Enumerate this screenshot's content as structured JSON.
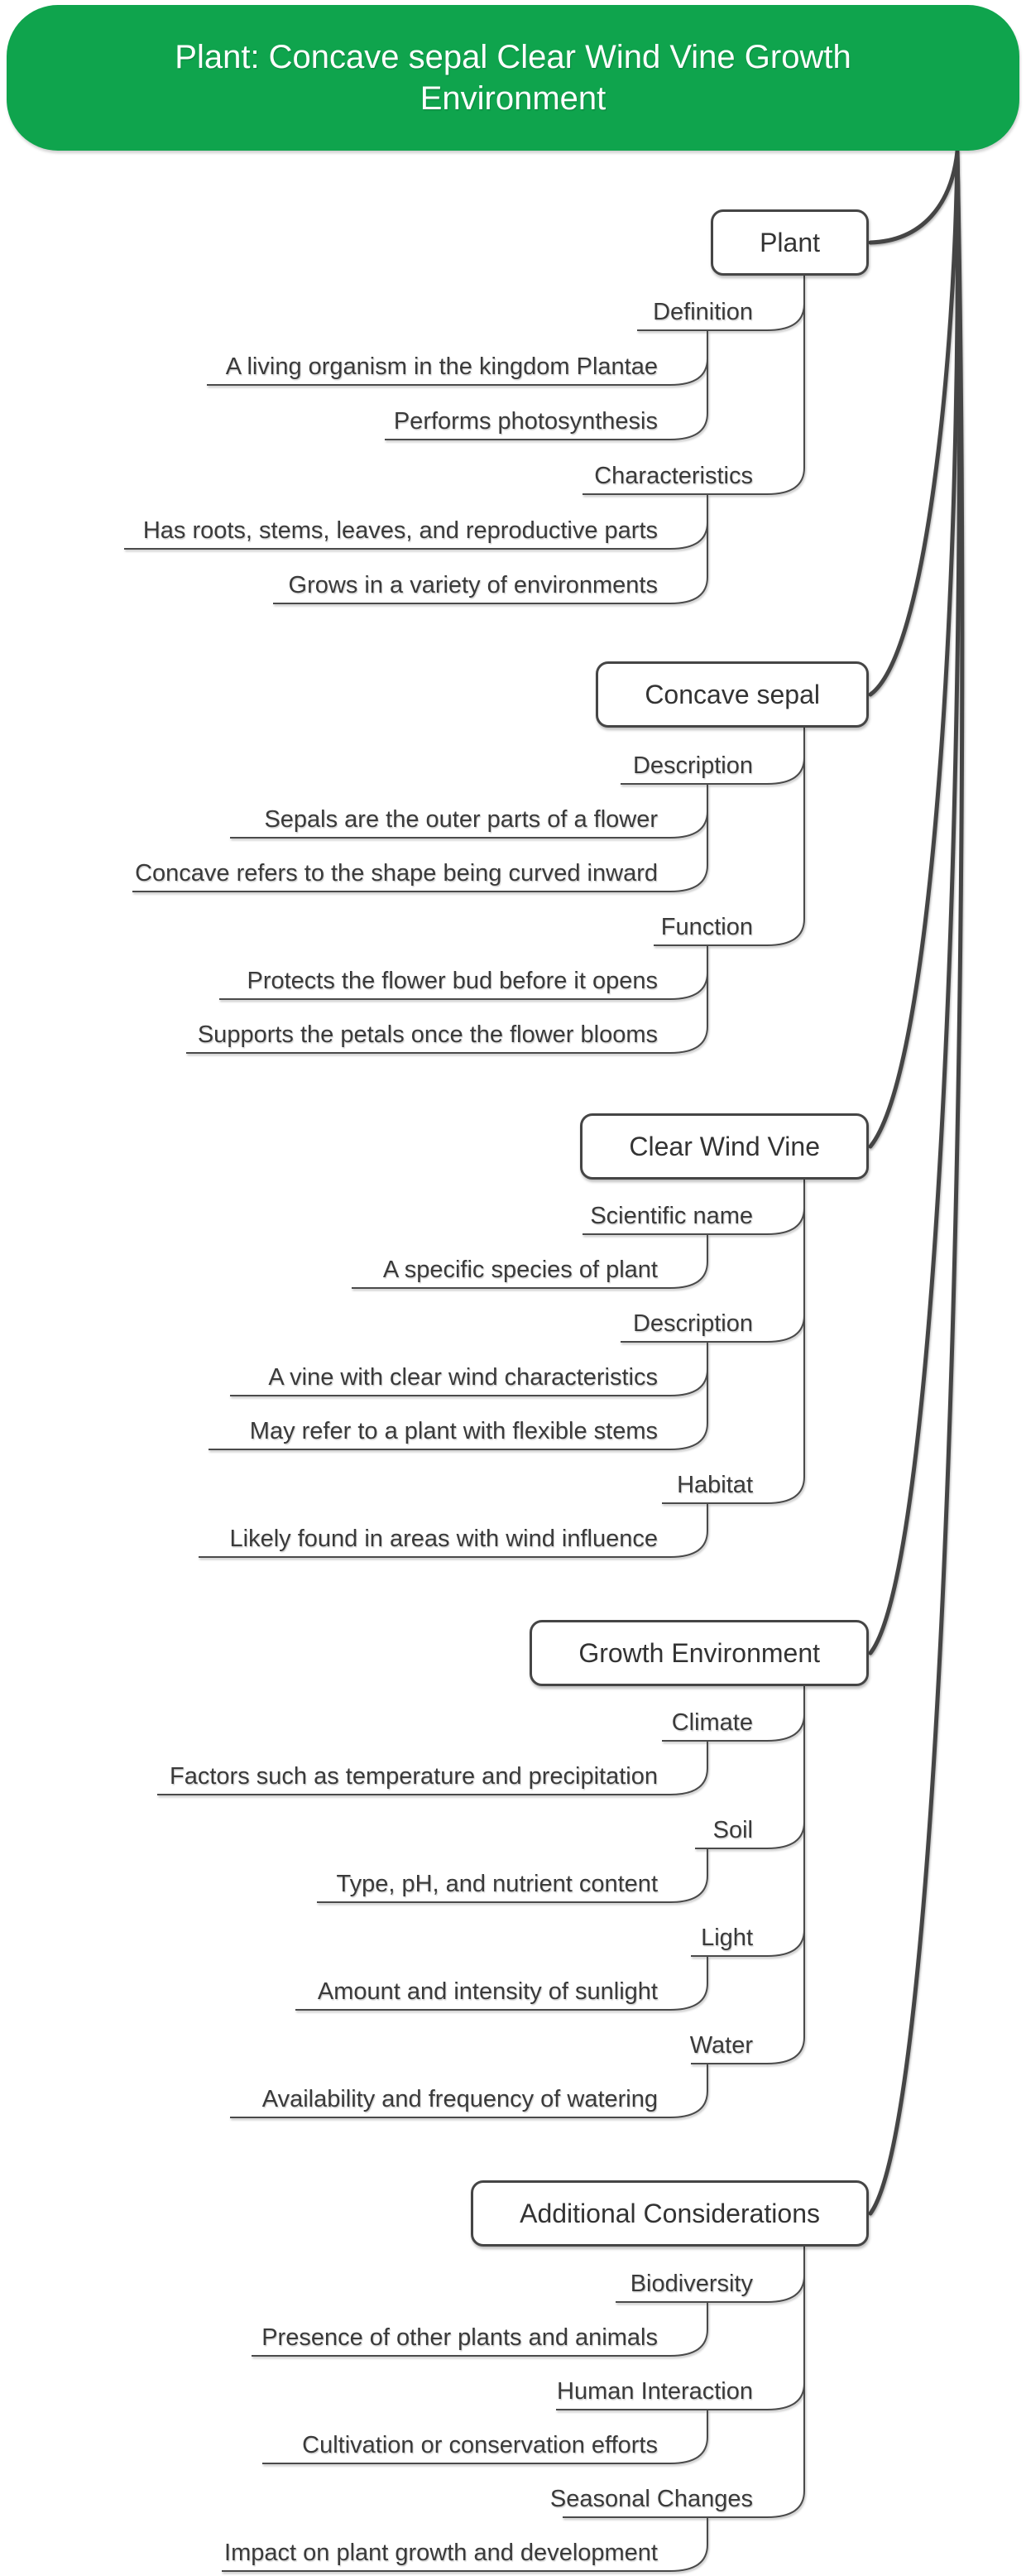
{
  "title": {
    "lines": [
      "Plant: Concave sepal Clear Wind Vine Growth",
      "Environment"
    ]
  },
  "colors": {
    "root_fill": "#0fa44d",
    "root_text": "#ffffff",
    "connector": "#4a4a4a",
    "node_border": "#454545",
    "node_bg": "#ffffff",
    "text": "#3a3a3a"
  },
  "sections": [
    {
      "label": "Plant",
      "children": [
        {
          "label": "Definition",
          "children": [
            "A living organism in the kingdom Plantae",
            "Performs photosynthesis"
          ]
        },
        {
          "label": "Characteristics",
          "children": [
            "Has roots, stems, leaves, and reproductive parts",
            "Grows in a variety of environments"
          ]
        }
      ]
    },
    {
      "label": "Concave sepal",
      "children": [
        {
          "label": "Description",
          "children": [
            "Sepals are the outer parts of a flower",
            "Concave refers to the shape being curved inward"
          ]
        },
        {
          "label": "Function",
          "children": [
            "Protects the flower bud before it opens",
            "Supports the petals once the flower blooms"
          ]
        }
      ]
    },
    {
      "label": "Clear Wind Vine",
      "children": [
        {
          "label": "Scientific name",
          "children": [
            "A specific species of plant"
          ]
        },
        {
          "label": "Description",
          "children": [
            "A vine with clear wind characteristics",
            "May refer to a plant with flexible stems"
          ]
        },
        {
          "label": "Habitat",
          "children": [
            "Likely found in areas with wind influence"
          ]
        }
      ]
    },
    {
      "label": "Growth Environment",
      "children": [
        {
          "label": "Climate",
          "children": [
            "Factors such as temperature and precipitation"
          ]
        },
        {
          "label": "Soil",
          "children": [
            "Type, pH, and nutrient content"
          ]
        },
        {
          "label": "Light",
          "children": [
            "Amount and intensity of sunlight"
          ]
        },
        {
          "label": "Water",
          "children": [
            "Availability and frequency of watering"
          ]
        }
      ]
    },
    {
      "label": "Additional Considerations",
      "children": [
        {
          "label": "Biodiversity",
          "children": [
            "Presence of other plants and animals"
          ]
        },
        {
          "label": "Human Interaction",
          "children": [
            "Cultivation or conservation efforts"
          ]
        },
        {
          "label": "Seasonal Changes",
          "children": [
            "Impact on plant growth and development"
          ]
        }
      ]
    }
  ]
}
